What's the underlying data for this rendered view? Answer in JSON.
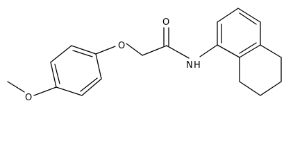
{
  "molecule": {
    "atoms": {
      "ether_oxygen": "O",
      "methoxy_oxygen": "O",
      "carbonyl_oxygen": "O",
      "amide_nitrogen": "N",
      "amide_hydrogen": "H"
    },
    "colors": {
      "bond": "#000000",
      "label": "#000000",
      "background": "#ffffff"
    }
  }
}
